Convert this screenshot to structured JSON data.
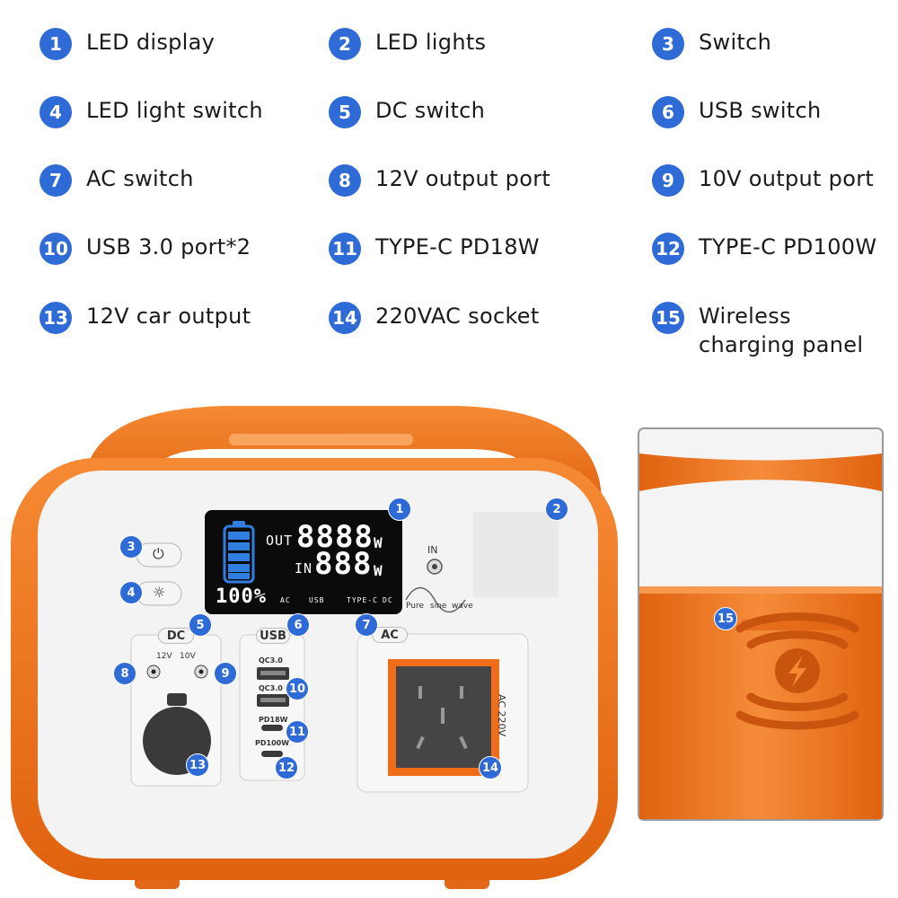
{
  "legend": [
    {
      "num": "1",
      "text": "LED display"
    },
    {
      "num": "2",
      "text": "LED lights"
    },
    {
      "num": "3",
      "text": "Switch"
    },
    {
      "num": "4",
      "text": "LED light switch"
    },
    {
      "num": "5",
      "text": "DC switch"
    },
    {
      "num": "6",
      "text": "USB switch"
    },
    {
      "num": "7",
      "text": "AC switch"
    },
    {
      "num": "8",
      "text": "12V output port"
    },
    {
      "num": "9",
      "text": "10V output port"
    },
    {
      "num": "10",
      "text": "USB 3.0 port*2"
    },
    {
      "num": "11",
      "text": "TYPE-C PD18W"
    },
    {
      "num": "12",
      "text": "TYPE-C PD100W"
    },
    {
      "num": "13",
      "text": "12V car output"
    },
    {
      "num": "14",
      "text": "220VAC socket"
    },
    {
      "num": "15",
      "text": "Wireless\ncharging panel"
    }
  ],
  "display": {
    "out_label": "OUT",
    "out_value": "8888",
    "out_unit": "W",
    "in_label": "IN",
    "in_value": "888",
    "in_unit": "W",
    "battery_pct": "100%",
    "status_ac": "AC",
    "status_usb": "USB",
    "status_typec": "TYPE-C",
    "status_dc": "DC"
  },
  "panel": {
    "in_label": "IN",
    "wave_pure": "Pure",
    "wave_sine": "sine",
    "wave_wave": "wave",
    "dc_pill": "DC",
    "usb_pill": "USB",
    "ac_pill": "AC",
    "dc_12v": "12V",
    "dc_10v": "10V",
    "qc1": "QC3.0",
    "qc2": "QC3.0",
    "pd18": "PD18W",
    "pd100": "PD100W",
    "ac_voltage": "AC 220V"
  },
  "badges": [
    "1",
    "2",
    "3",
    "4",
    "5",
    "6",
    "7",
    "8",
    "9",
    "10",
    "11",
    "12",
    "13",
    "14",
    "15"
  ],
  "colors": {
    "accent_blue": "#2f6bd6",
    "shell_orange": "#f0731e",
    "panel_white": "#f3f3f3",
    "lcd_black": "#0b0b0b",
    "battery_blue": "#2f7ee0"
  }
}
